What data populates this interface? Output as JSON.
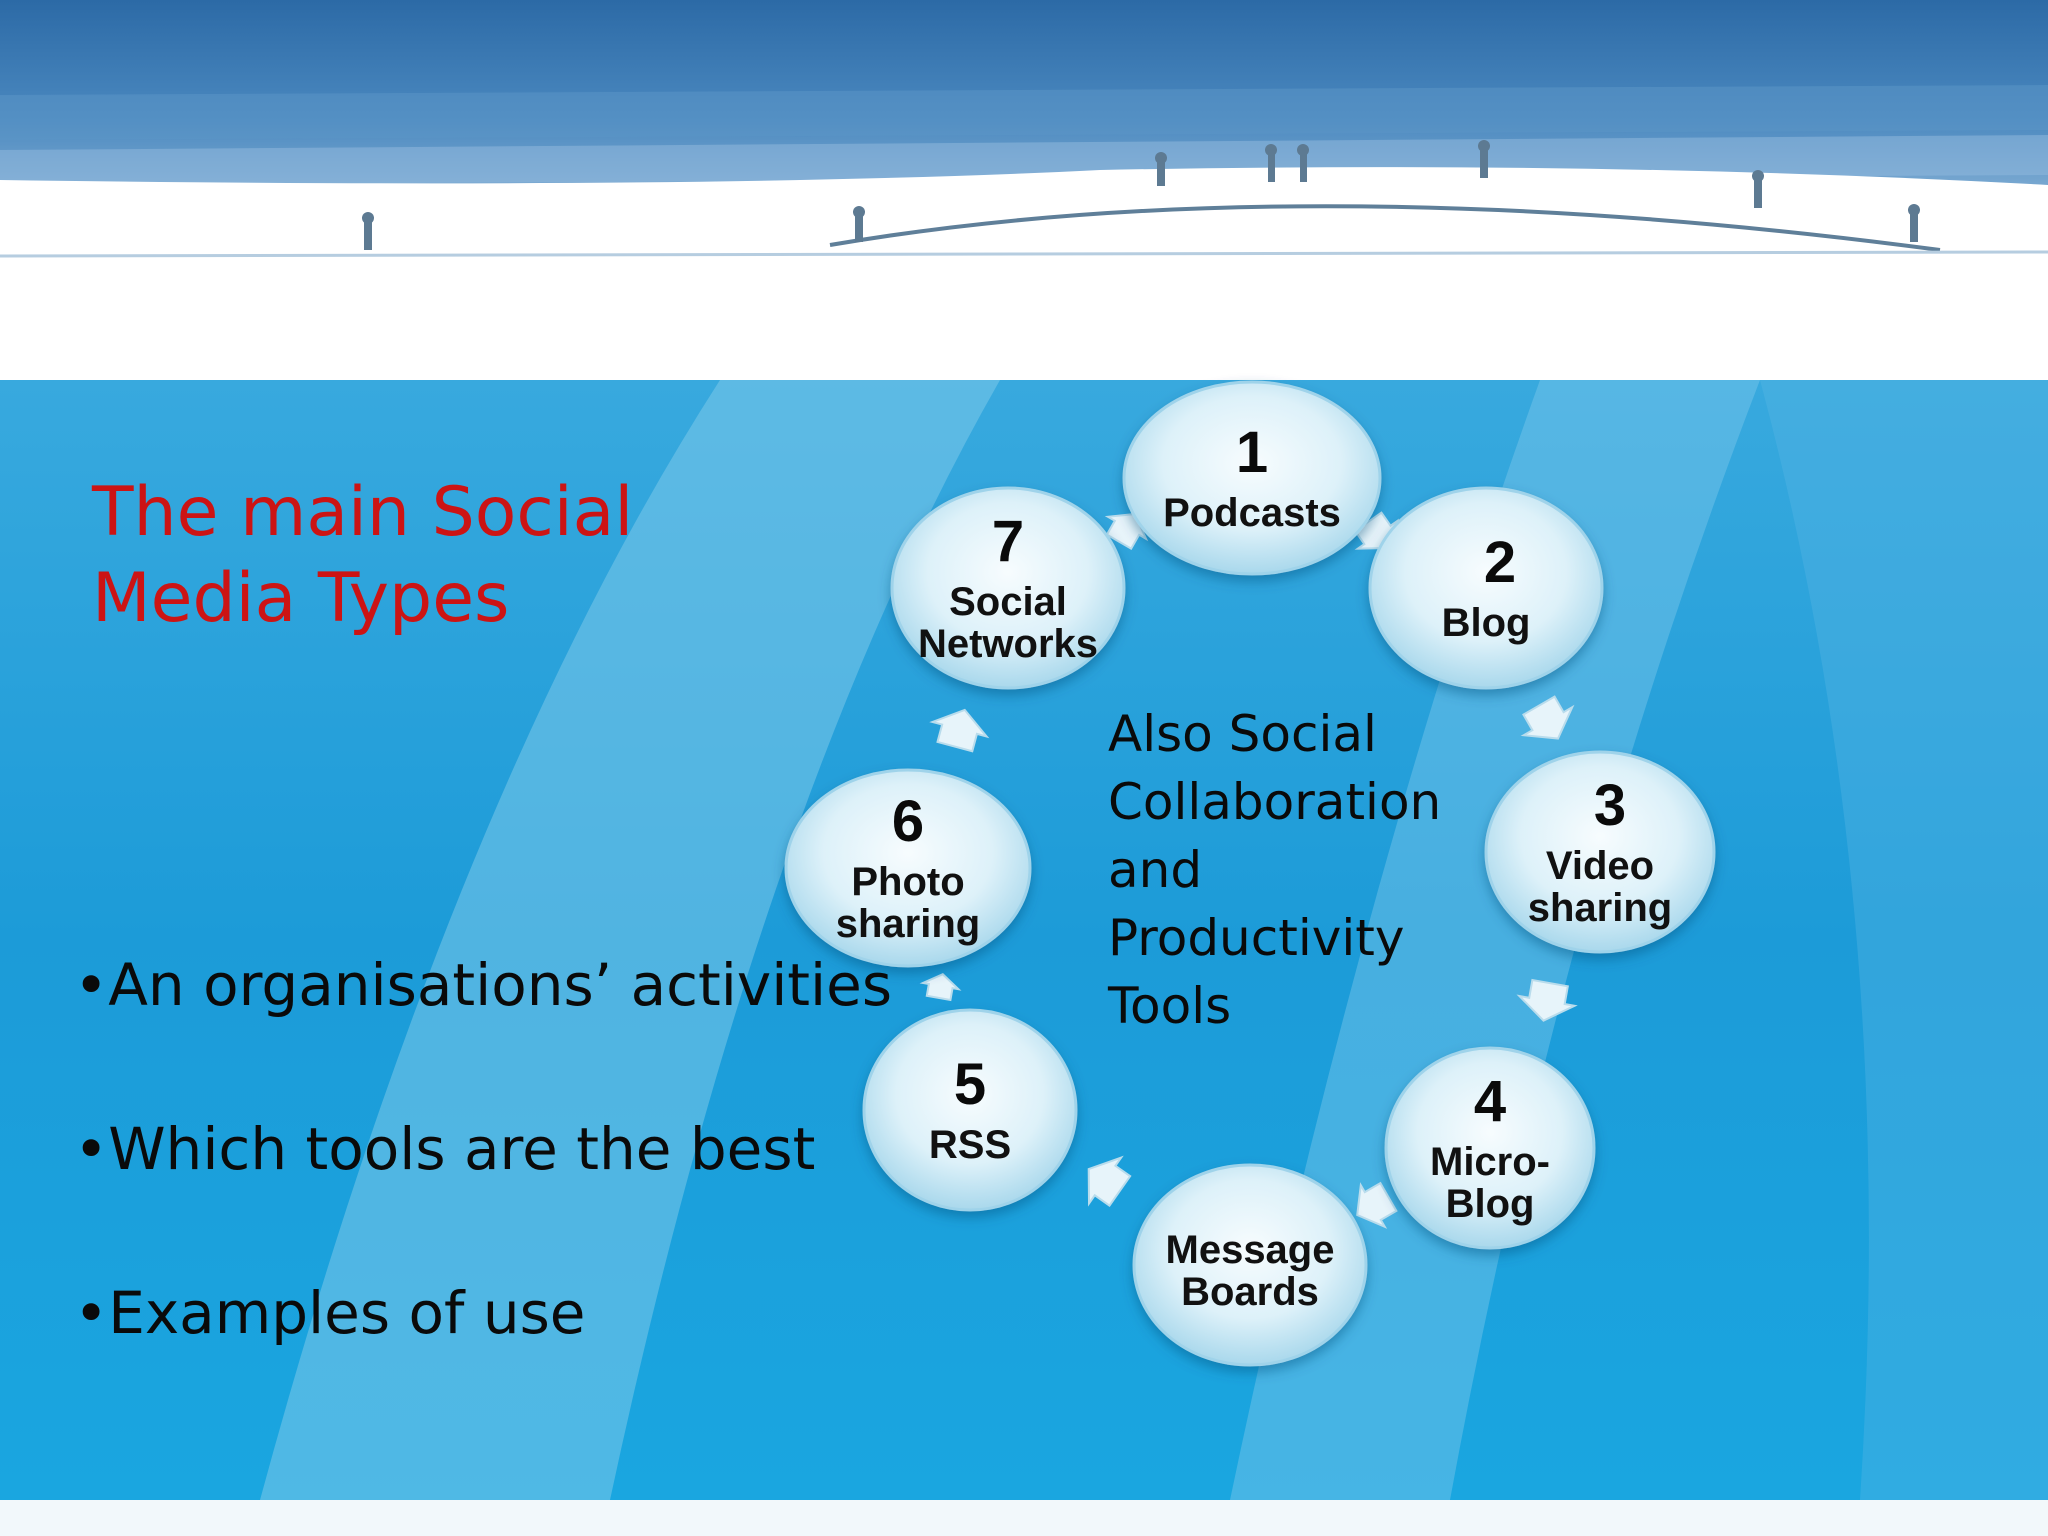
{
  "slide": {
    "title_lines": [
      "The main Social",
      "Media Types"
    ],
    "bullets": [
      "•An organisations’ activities",
      "•Which tools are the best",
      "•Examples of use"
    ],
    "center_note_lines": [
      "Also Social",
      "Collaboration",
      "and",
      "Productivity",
      "Tools"
    ]
  },
  "cycle": {
    "nodes": [
      {
        "number": "1",
        "label": [
          "Podcasts"
        ]
      },
      {
        "number": "2",
        "label": [
          "Blog"
        ]
      },
      {
        "number": "3",
        "label": [
          "Video",
          "sharing"
        ]
      },
      {
        "number": "4",
        "label": [
          "Micro-",
          "Blog"
        ]
      },
      {
        "number": "",
        "label": [
          "Message",
          "Boards"
        ]
      },
      {
        "number": "5",
        "label": [
          "RSS"
        ]
      },
      {
        "number": "6",
        "label": [
          "Photo",
          "sharing"
        ]
      },
      {
        "number": "7",
        "label": [
          "Social",
          "Networks"
        ]
      }
    ]
  },
  "colors": {
    "title": "#cc1414",
    "sky_dark": "#2f6fa8",
    "water": "#1a9ad8",
    "bubble_light": "#e8f6fb",
    "bubble_edge": "#9fd3ea"
  }
}
